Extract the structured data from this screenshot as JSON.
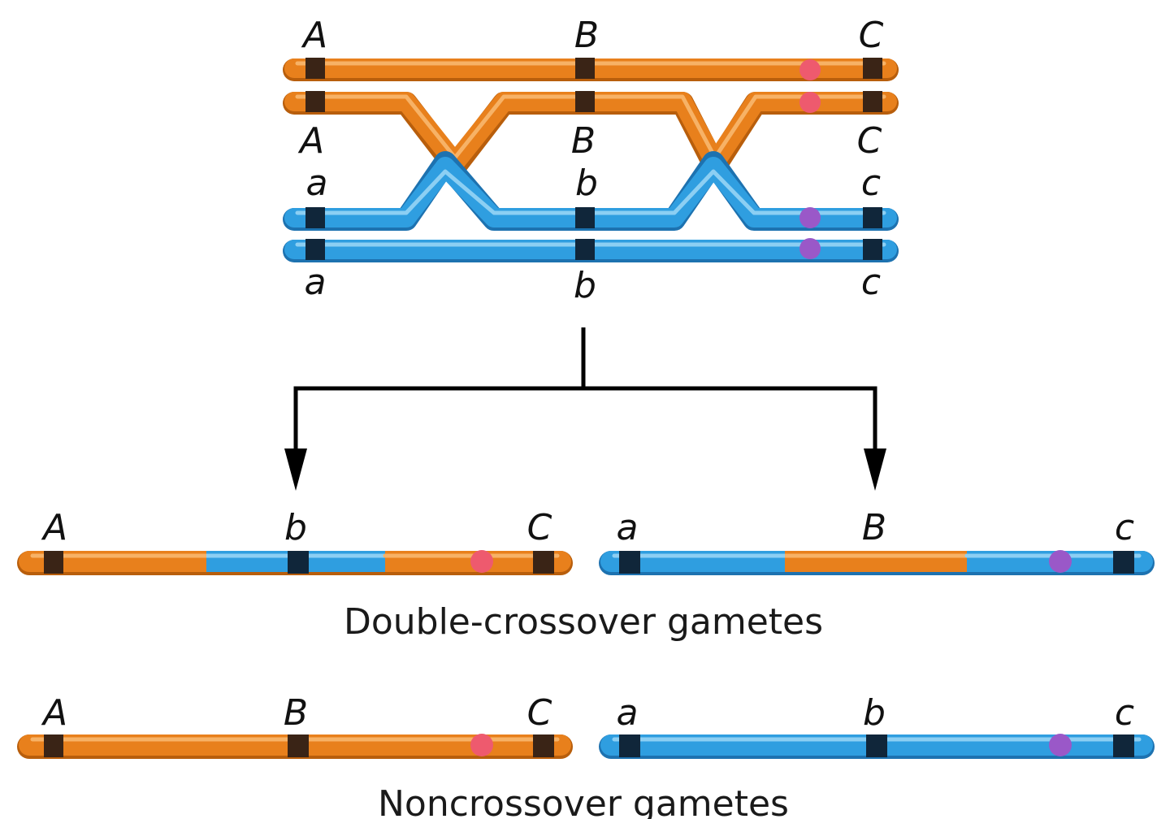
{
  "colors": {
    "orange": "#e8801c",
    "orange_highlight": "#f7b266",
    "orange_shadow": "#b85e0c",
    "blue": "#2f9ee0",
    "blue_highlight": "#8ccff3",
    "blue_shadow": "#1d72b0",
    "orange_band": "#3a2416",
    "blue_band": "#10263a",
    "centromere_orange": "#ee5a6e",
    "centromere_blue": "#9a58c8",
    "arrow": "#000000"
  },
  "parental": {
    "top_labels": [
      "A",
      "B",
      "C"
    ],
    "second_labels": [
      "A",
      "B",
      "C"
    ],
    "third_labels": [
      "a",
      "b",
      "c"
    ],
    "bottom_labels": [
      "a",
      "b",
      "c"
    ]
  },
  "double_crossover": {
    "left_labels": [
      "A",
      "b",
      "C"
    ],
    "right_labels": [
      "a",
      "B",
      "c"
    ],
    "caption": "Double-crossover gametes"
  },
  "noncrossover": {
    "left_labels": [
      "A",
      "B",
      "C"
    ],
    "right_labels": [
      "a",
      "b",
      "c"
    ],
    "caption": "Noncrossover gametes"
  },
  "icons": [
    "arrow-down-left-icon",
    "arrow-down-right-icon"
  ]
}
